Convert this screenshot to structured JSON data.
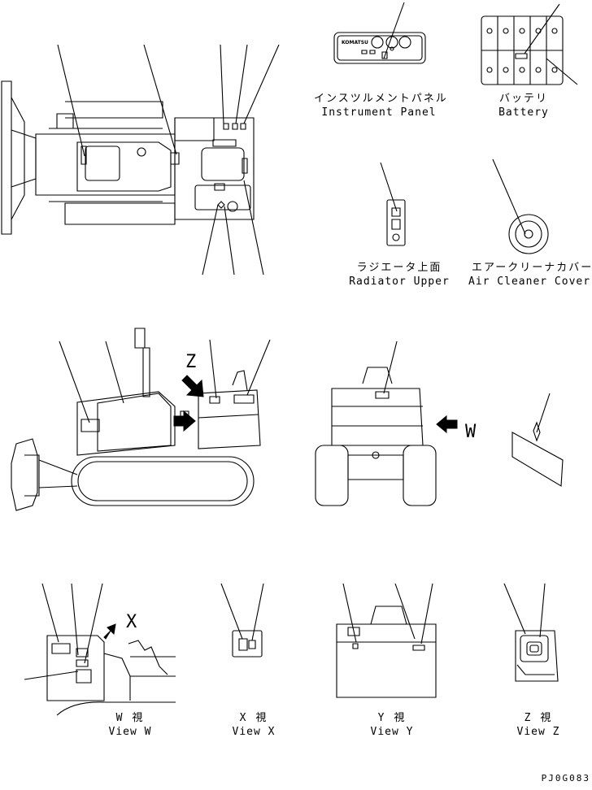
{
  "captions": {
    "instrument_panel": {
      "ja": "インスツルメントパネル",
      "en": "Instrument Panel"
    },
    "battery": {
      "ja": "バッテリ",
      "en": "Battery"
    },
    "radiator_upper": {
      "ja": "ラジエータ上面",
      "en": "Radiator Upper"
    },
    "air_cleaner_cover": {
      "ja": "エアークリーナカバー",
      "en": "Air Cleaner Cover"
    },
    "view_w": {
      "ja": "W 視",
      "en": "View W"
    },
    "view_x": {
      "ja": "X 視",
      "en": "View X"
    },
    "view_y": {
      "ja": "Y 視",
      "en": "View Y"
    },
    "view_z": {
      "ja": "Z 視",
      "en": "View Z"
    }
  },
  "view_letters": {
    "z": "Z",
    "w": "W",
    "x": "X"
  },
  "panel_logo": "KOMATSU",
  "drawing_code": "PJ0G083"
}
